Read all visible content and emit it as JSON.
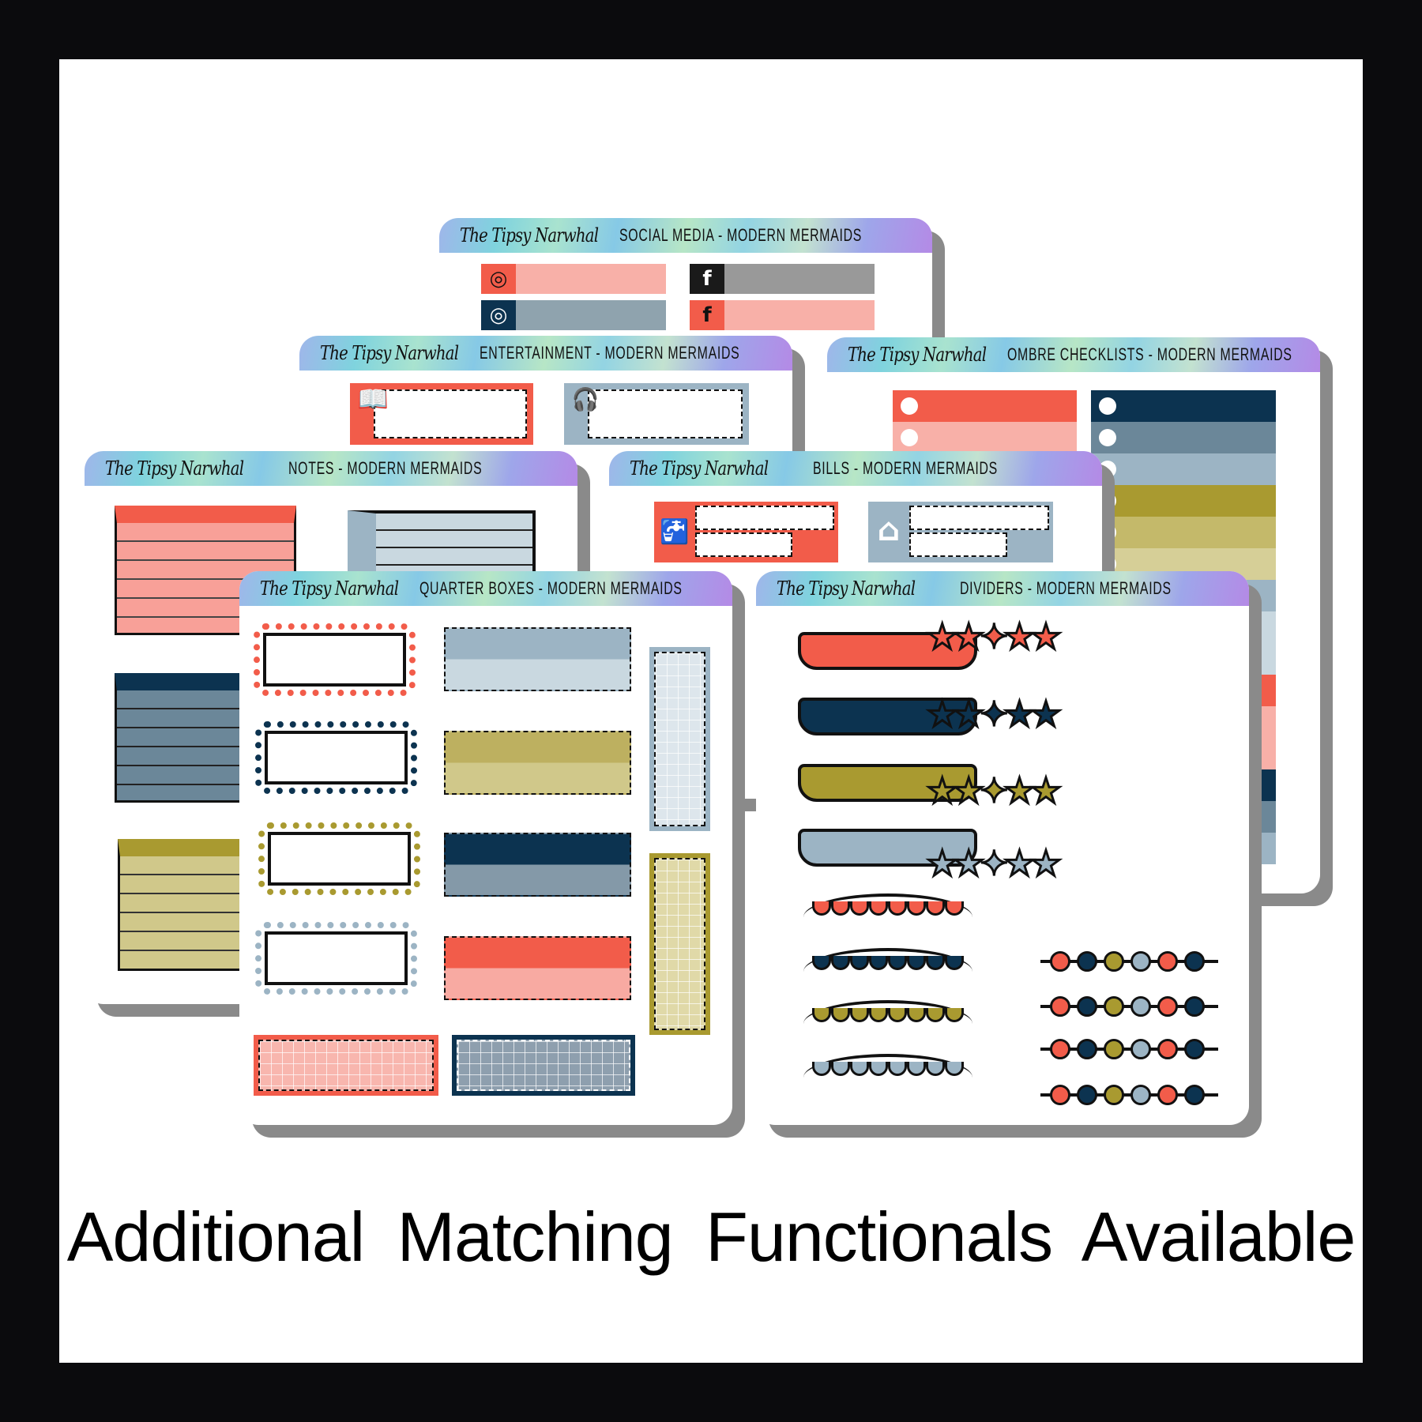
{
  "brand": "The Tipsy Narwhal",
  "caption": "Additional Matching Functionals Available",
  "colors": {
    "coral": "#f25c4a",
    "pink": "#f8b0a8",
    "navy": "#0c3350",
    "slate": "#6b8799",
    "blue": "#9cb4c4",
    "pale": "#c9d8e0",
    "olive": "#a99a30",
    "khaki": "#c4b96a",
    "sand": "#d6cf97",
    "gray": "#999999"
  },
  "sheets": {
    "social": {
      "title": "SOCIAL MEDIA - MODERN MERMAIDS"
    },
    "entertainment": {
      "title": "ENTERTAINMENT - MODERN MERMAIDS"
    },
    "ombre": {
      "title": "OMBRE CHECKLISTS - MODERN MERMAIDS"
    },
    "notes": {
      "title": "NOTES - MODERN MERMAIDS"
    },
    "bills": {
      "title": "BILLS - MODERN MERMAIDS"
    },
    "quarter": {
      "title": "QUARTER BOXES - MODERN MERMAIDS"
    },
    "dividers": {
      "title": "DIVIDERS - MODERN MERMAIDS"
    }
  },
  "icons": {
    "instagram": "instagram-icon",
    "facebook": "facebook-icon",
    "book": "book-icon",
    "headphones": "headphones-icon",
    "faucet": "faucet-icon",
    "house": "house-icon"
  },
  "icon_glyphs": {
    "facebook": "f",
    "instagram": "◎",
    "book": "📖",
    "headphones": "🎧",
    "faucet": "🚰",
    "house": "⌂"
  },
  "ombre_left": [
    "coral",
    "pink"
  ],
  "ombre_right": [
    "navy",
    "slate",
    "blue",
    "olive",
    "khaki",
    "sand",
    "blue",
    "pale",
    "pale",
    "coral",
    "pink",
    "pink",
    "navy",
    "slate",
    "blue"
  ],
  "divider_rows": [
    "coral",
    "navy",
    "olive",
    "blue"
  ],
  "bead_pattern": [
    "coral",
    "navy",
    "olive",
    "blue",
    "coral",
    "navy"
  ]
}
